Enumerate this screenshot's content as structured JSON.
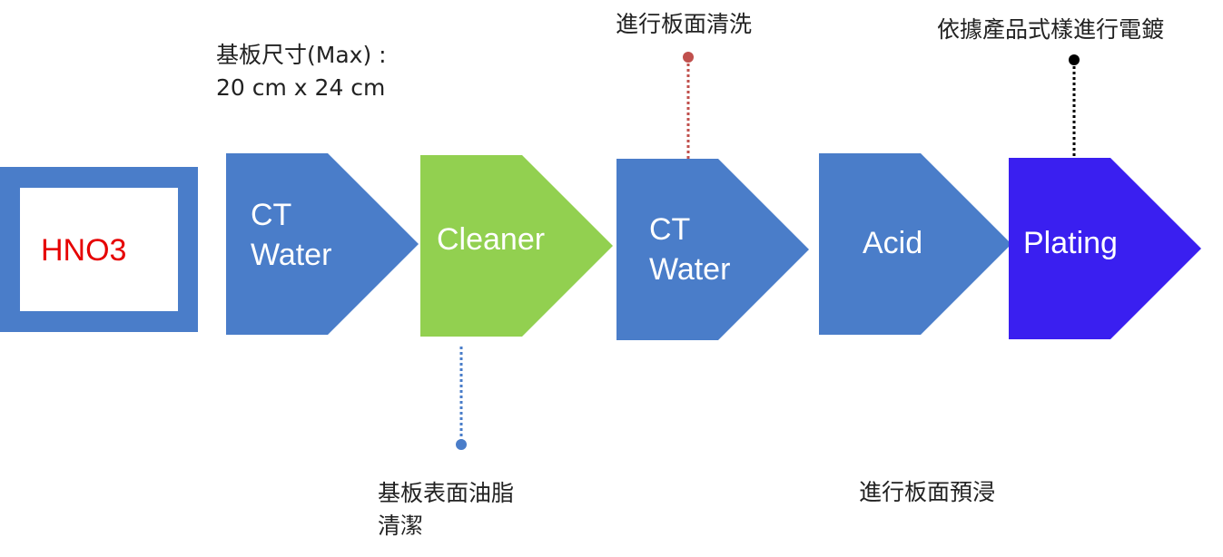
{
  "colors": {
    "blue": "#4a7dc9",
    "green": "#92d050",
    "violet": "#3a1ff0",
    "red_text": "#e60000",
    "red_dot": "#c0504d",
    "blue_dot": "#4a7dc9",
    "black_dot": "#000000"
  },
  "box": {
    "label": "HNO3"
  },
  "steps": {
    "ct_water_1": {
      "line1": "CT",
      "line2": "Water"
    },
    "cleaner": {
      "line1": "Cleaner"
    },
    "ct_water_2": {
      "line1": "CT",
      "line2": "Water"
    },
    "acid": {
      "line1": "Acid"
    },
    "plating": {
      "line1": "Plating"
    }
  },
  "notes": {
    "substrate_size": {
      "line1": "基板尺寸(Max) :",
      "line2": "20 cm x 24 cm"
    },
    "board_cleaning": "進行板面清洗",
    "plating_by_style": "依據產品式樣進行電鍍",
    "degrease": {
      "line1": "基板表面油脂",
      "line2": "清潔"
    },
    "pre_dip": "進行板面預浸"
  }
}
